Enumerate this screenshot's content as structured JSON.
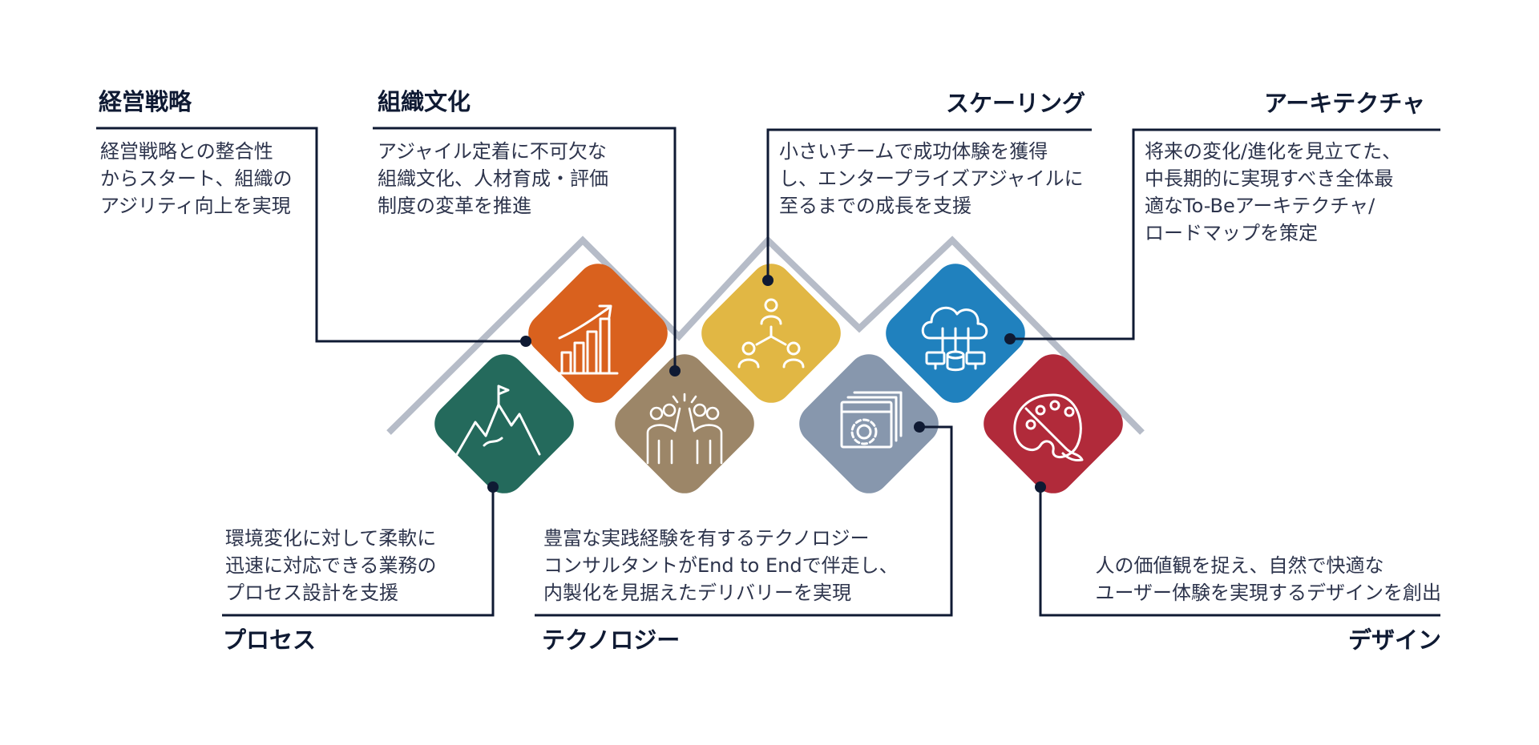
{
  "colors": {
    "leader_line": "#0f1a33",
    "chevron": "#b6bcc8",
    "keiei_senryaku": "#d9611e",
    "soshiki_bunka": "#9c8668",
    "scaling": "#e1b744",
    "architecture": "#2081be",
    "process": "#246a5c",
    "technology": "#8797ad",
    "design": "#b12a3a"
  },
  "items": {
    "keiei_senryaku": {
      "title": "経営戦略",
      "icon": "growth-chart-icon",
      "lines": [
        "経営戦略との整合性",
        "からスタート、組織の",
        "アジリティ向上を実現"
      ]
    },
    "soshiki_bunka": {
      "title": "組織文化",
      "icon": "team-high-five-icon",
      "lines": [
        "アジャイル定着に不可欠な",
        "組織文化、人材育成・評価",
        "制度の変革を推進"
      ]
    },
    "scaling": {
      "title": "スケーリング",
      "icon": "hierarchy-people-icon",
      "lines": [
        "小さいチームで成功体験を獲得",
        "し、エンタープライズアジャイルに",
        "至るまでの成長を支援"
      ]
    },
    "architecture": {
      "title": "アーキテクチャ",
      "icon": "cloud-network-icon",
      "lines": [
        "将来の変化/進化を見立てた、",
        "中長期的に実現すべき全体最",
        "適なTo-Beアーキテクチャ/",
        "ロードマップを策定"
      ]
    },
    "process": {
      "title": "プロセス",
      "icon": "mountain-flag-icon",
      "lines": [
        "環境変化に対して柔軟に",
        "迅速に対応できる業務の",
        "プロセス設計を支援"
      ]
    },
    "technology": {
      "title": "テクノロジー",
      "icon": "browser-gear-icon",
      "lines": [
        "豊富な実践経験を有するテクノロジー",
        "コンサルタントがEnd to Endで伴走し、",
        "内製化を見据えたデリバリーを実現"
      ]
    },
    "design": {
      "title": "デザイン",
      "icon": "palette-brush-icon",
      "lines": [
        "人の価値観を捉え、自然で快適な",
        "ユーザー体験を実現するデザインを創出"
      ]
    }
  }
}
